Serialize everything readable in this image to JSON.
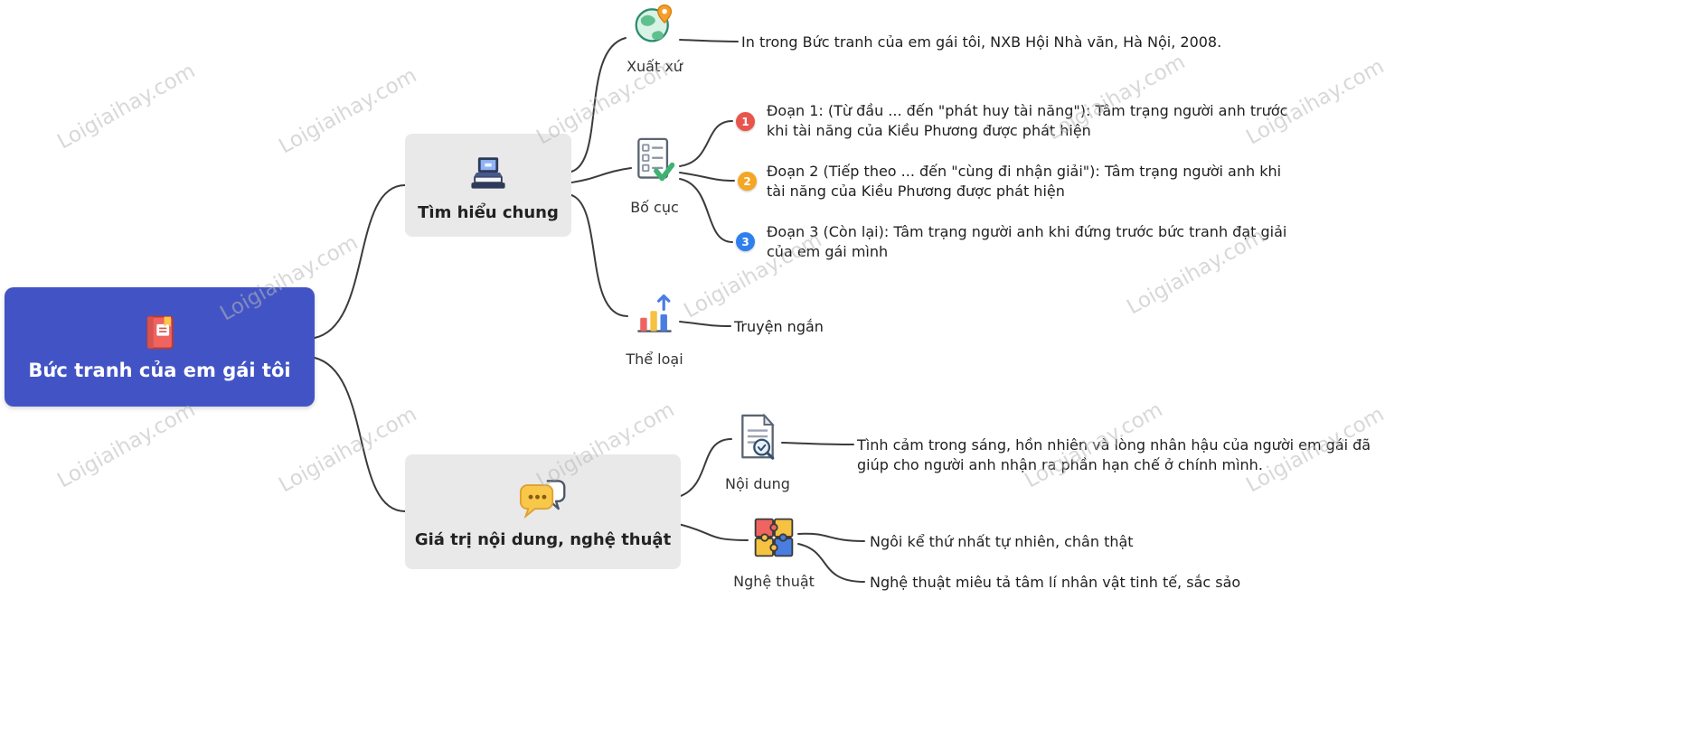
{
  "watermark": "Loigiaihay.com",
  "colors": {
    "root_bg": "#4254c5",
    "branch_bg": "#e9e9e9",
    "line": "#3b3b3b",
    "badge1": "#e8554d",
    "badge2": "#f5a623",
    "badge3": "#2f80ed"
  },
  "root": {
    "label": "Bức tranh của em gái tôi"
  },
  "branch1": {
    "label": "Tìm hiểu chung",
    "xuat_xu": {
      "label": "Xuất xứ",
      "text": "In trong Bức tranh của em gái tôi, NXB Hội Nhà văn, Hà Nội, 2008."
    },
    "bo_cuc": {
      "label": "Bố cục",
      "items": [
        {
          "num": "1",
          "text": "Đoạn 1: (Từ đầu ... đến \"phát huy tài năng\"): Tâm trạng người anh trước khi tài năng của Kiều Phương được phát hiện"
        },
        {
          "num": "2",
          "text": "Đoạn 2 (Tiếp theo ... đến \"cùng đi nhận giải\"): Tâm trạng người anh khi tài năng của Kiều Phương được phát hiện"
        },
        {
          "num": "3",
          "text": "Đoạn 3 (Còn lại): Tâm trạng người anh khi đứng trước bức tranh đạt giải của em gái mình"
        }
      ]
    },
    "the_loai": {
      "label": "Thể loại",
      "text": "Truyện ngắn"
    }
  },
  "branch2": {
    "label": "Giá trị nội dung, nghệ thuật",
    "noi_dung": {
      "label": "Nội dung",
      "text": "Tình cảm trong sáng, hồn nhiên và lòng nhân hậu của người em gái đã giúp cho người anh nhận ra phần hạn chế ở chính mình."
    },
    "nghe_thuat": {
      "label": "Nghệ thuật",
      "items": [
        "Ngôi kể thứ nhất tự nhiên, chân thật",
        "Nghệ thuật miêu tả tâm lí nhân vật tinh tế, sắc sảo"
      ]
    }
  }
}
